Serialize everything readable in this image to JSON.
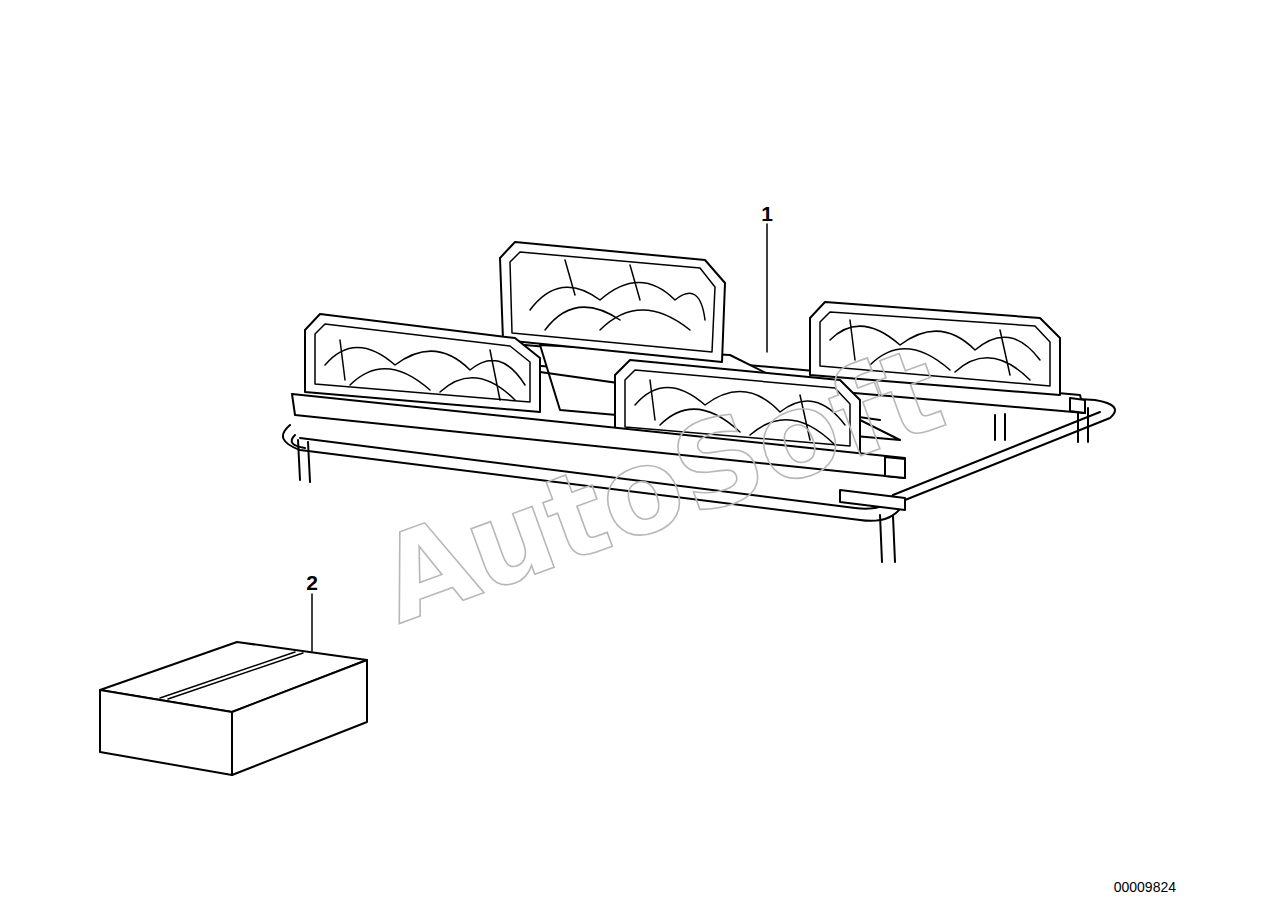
{
  "diagram": {
    "labels": [
      "1",
      "2",
      "AutoSoft",
      "00009824"
    ]
  }
}
